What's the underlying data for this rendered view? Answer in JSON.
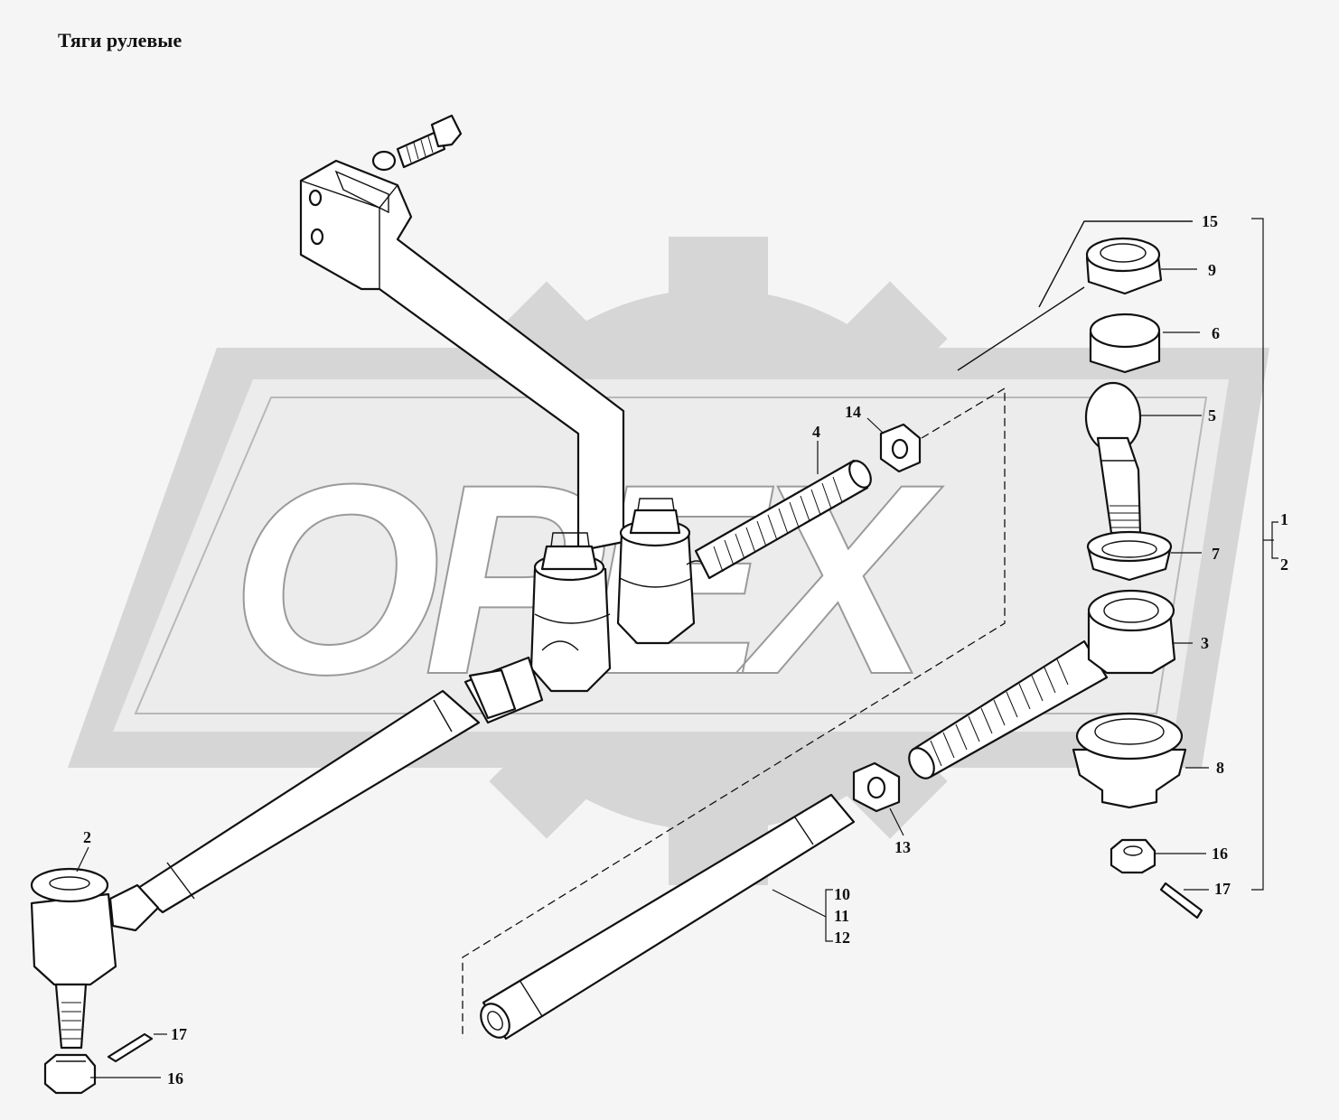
{
  "title": "Тяги рулевые",
  "watermark": "OPEX",
  "labels": [
    {
      "id": "lbl-15",
      "text": "15"
    },
    {
      "id": "lbl-9",
      "text": "9"
    },
    {
      "id": "lbl-6",
      "text": "6"
    },
    {
      "id": "lbl-5",
      "text": "5"
    },
    {
      "id": "lbl-1",
      "text": "1"
    },
    {
      "id": "lbl-2-right",
      "text": "2"
    },
    {
      "id": "lbl-7",
      "text": "7"
    },
    {
      "id": "lbl-3",
      "text": "3"
    },
    {
      "id": "lbl-8",
      "text": "8"
    },
    {
      "id": "lbl-16-right",
      "text": "16"
    },
    {
      "id": "lbl-17-right",
      "text": "17"
    },
    {
      "id": "lbl-14",
      "text": "14"
    },
    {
      "id": "lbl-4",
      "text": "4"
    },
    {
      "id": "lbl-13",
      "text": "13"
    },
    {
      "id": "lbl-10",
      "text": "10"
    },
    {
      "id": "lbl-11",
      "text": "11"
    },
    {
      "id": "lbl-12",
      "text": "12"
    },
    {
      "id": "lbl-2-left",
      "text": "2"
    },
    {
      "id": "lbl-17-left",
      "text": "17"
    },
    {
      "id": "lbl-16-left",
      "text": "16"
    }
  ]
}
